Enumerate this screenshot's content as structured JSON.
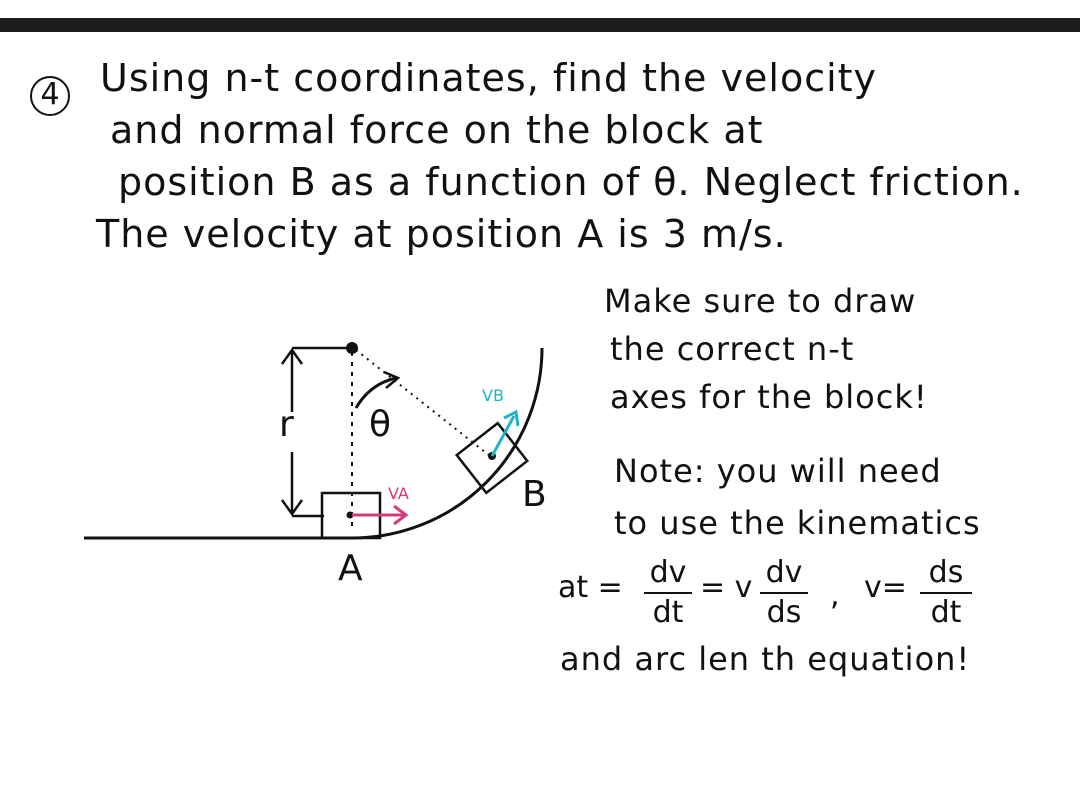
{
  "problem": {
    "number": "4",
    "line1": "Using n-t coordinates, find the velocity",
    "line2": "and normal force on the block at",
    "line3": "position B as a function of θ. Neglect friction.",
    "line4": "The velocity at position A is 3 m/s."
  },
  "diagram": {
    "label_r": "r",
    "label_theta": "θ",
    "label_va": "VA",
    "label_vb": "VB",
    "label_a": "A",
    "label_b": "B",
    "colors": {
      "va_arrow": "#d63a7a",
      "vb_arrow": "#1fb4c8",
      "ink": "#111111"
    }
  },
  "notes": {
    "make_sure_1": "Make sure to draw",
    "make_sure_2": "the correct n-t",
    "make_sure_3": "axes for the block!",
    "note_1": "Note: you will need",
    "note_2": "to use the kinematics",
    "eq_at": "at =",
    "eq_dv": "dv",
    "eq_dt": "dt",
    "eq_eqv": "= v",
    "eq_dv2": "dv",
    "eq_ds": "ds",
    "eq_comma": ",",
    "eq_v": "v=",
    "eq_ds2": "ds",
    "eq_dt2": "dt",
    "final_line": "and arc len th equation!"
  }
}
